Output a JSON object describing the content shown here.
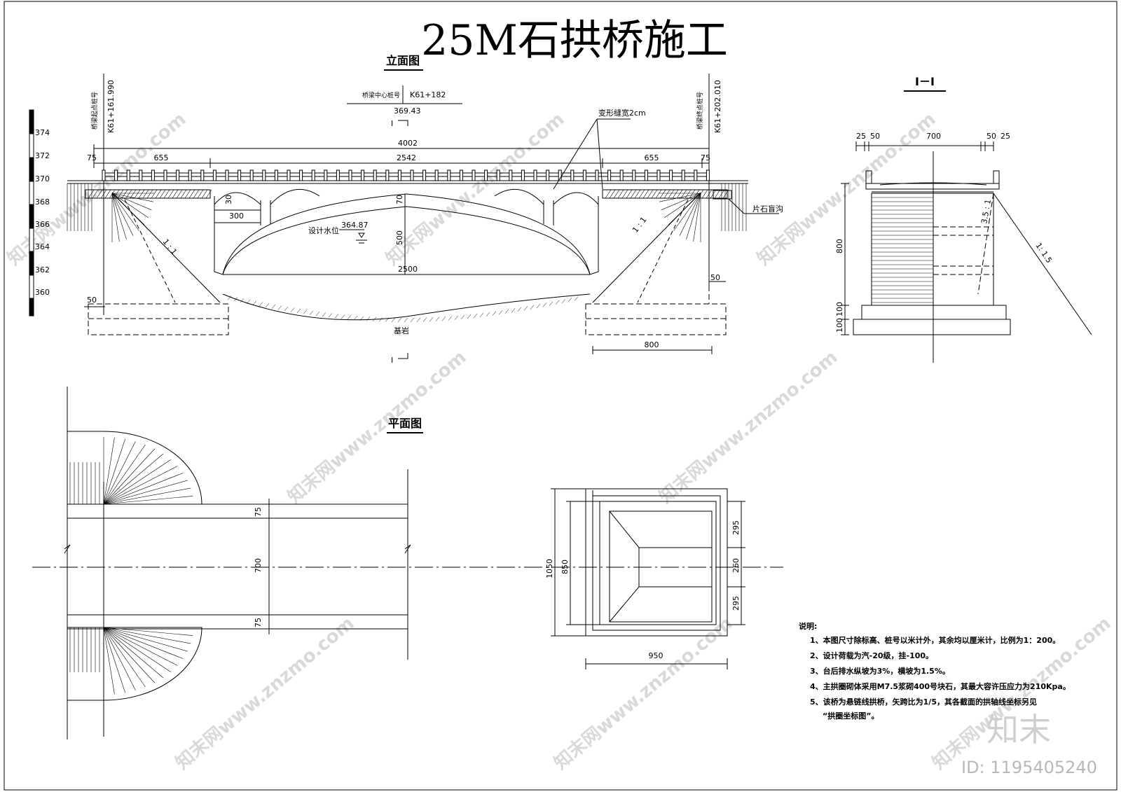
{
  "title": "25M石拱桥施工",
  "elevation": {
    "heading": "立面图",
    "center_stake_label": "桥梁中心桩号",
    "center_stake": "K61+182",
    "center_elev": "369.43",
    "start_label": "桥梁起点桩号",
    "start_stake": "K61+161.990",
    "end_label": "桥梁终点桩号",
    "end_stake": "K61+202.010",
    "section_mark": "I",
    "total_length": "4002",
    "dim_75_l": "75",
    "dim_655_l": "655",
    "dim_2542": "2542",
    "dim_655_r": "655",
    "dim_75_r": "75",
    "joint_note": "变形缝宽2cm",
    "stone_drain": "片石盲沟",
    "dim_30": "30",
    "dim_300": "300",
    "dim_70": "70",
    "dim_500": "500",
    "dim_2500": "2500",
    "design_water_label": "设计水位",
    "design_water": "364.87",
    "slope": "1 : 1",
    "bedrock": "基岩",
    "dim_800": "800",
    "dim_50_l": "50",
    "dim_50_r": "50",
    "scale_ticks": [
      "374",
      "372",
      "370",
      "368",
      "366",
      "364",
      "362",
      "360"
    ]
  },
  "section": {
    "heading": "I－I",
    "dims_top": [
      "25",
      "50",
      "700",
      "50",
      "25"
    ],
    "dim_800": "800",
    "dim_100a": "100",
    "dim_100b": "100",
    "slope_35": "3.5 : 1",
    "slope_15": "1: 1.5"
  },
  "plan": {
    "heading": "平面图",
    "dim_75_top": "75",
    "dim_700": "700",
    "dim_75_bot": "75"
  },
  "abutment": {
    "dim_1050": "1050",
    "dim_850": "850",
    "dim_295_top": "295",
    "dim_260": "260",
    "dim_295_bot": "295",
    "dim_950": "950"
  },
  "notes": {
    "heading": "说明:",
    "items": [
      "1、本图尺寸除标高、桩号以米计外，其余均以厘米计，比例为1：200。",
      "2、设计荷载为汽-20级，挂-100。",
      "3、台后排水纵坡为3%，横坡为1.5%。",
      "4、主拱圈砌体采用M7.5浆砌400号块石，其最大容许压应力为210Kpa。",
      "5、该桥为悬链线拱桥，矢跨比为1/5，其各截面的拱轴线坐标另见",
      "“拱圈坐标图”。"
    ]
  },
  "watermark": {
    "text": "知末网www.znzmo.com",
    "brand": "知末",
    "id": "ID: 1195405240"
  }
}
